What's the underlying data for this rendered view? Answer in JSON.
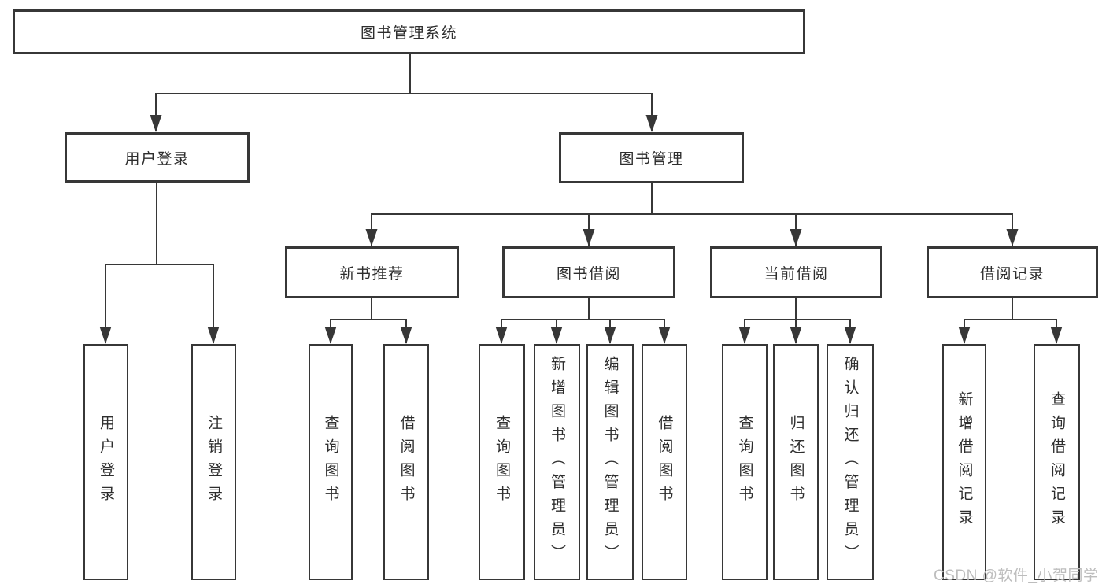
{
  "diagram_title": "图书管理系统",
  "branches": {
    "user_login": {
      "label": "用户登录",
      "children": [
        "用户登录",
        "注销登录"
      ]
    },
    "book_mgmt": {
      "label": "图书管理",
      "sections": {
        "new_book_rec": {
          "label": "新书推荐",
          "children": [
            "查询图书",
            "借阅图书"
          ]
        },
        "book_borrow": {
          "label": "图书借阅",
          "children": [
            "查询图书",
            "新增图书（管理员）",
            "编辑图书（管理员）",
            "借阅图书"
          ]
        },
        "current_borrow": {
          "label": "当前借阅",
          "children": [
            "查询图书",
            "归还图书",
            "确认归还（管理员）"
          ]
        },
        "borrow_records": {
          "label": "借阅记录",
          "children": [
            "新增借阅记录",
            "查询借阅记录"
          ]
        }
      }
    }
  },
  "watermark": "CSDN @软件_小贺同学",
  "colors": {
    "line": "#373737",
    "text": "#2e2e2e",
    "background": "#ffffff",
    "watermark": "#bdbdbd"
  }
}
